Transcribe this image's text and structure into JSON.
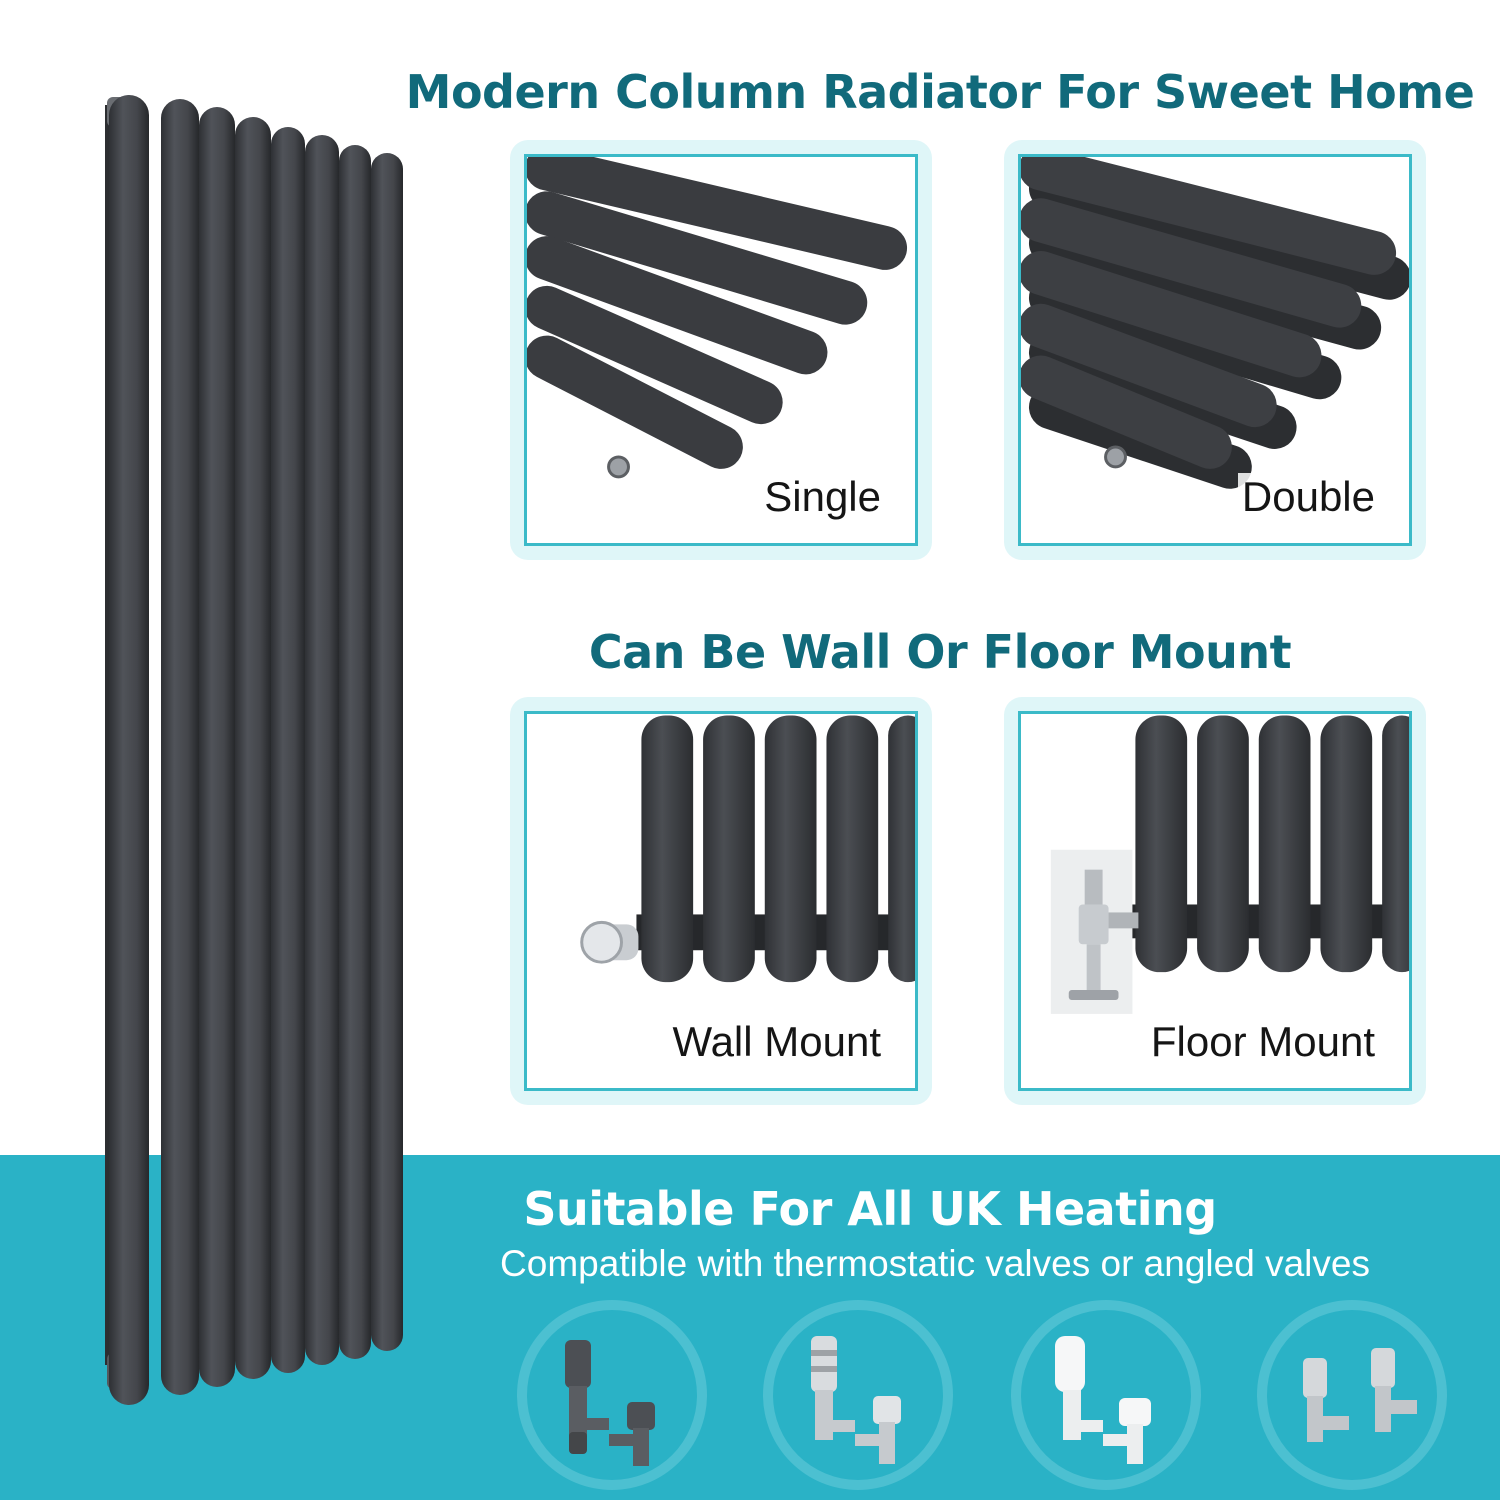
{
  "headline": "Modern Column Radiator For Sweet Home",
  "mount_heading": "Can Be Wall Or Floor Mount",
  "panel_types": [
    {
      "label": "Single"
    },
    {
      "label": "Double"
    }
  ],
  "mount_types": [
    {
      "label": "Wall Mount"
    },
    {
      "label": "Floor Mount"
    }
  ],
  "compatibility": {
    "title": "Suitable For All UK Heating",
    "subtitle": "Compatible with thermostatic valves or angled valves"
  },
  "valves": [
    {
      "icon": "anthracite-valve-icon"
    },
    {
      "icon": "chrome-thermostatic-valve-icon"
    },
    {
      "icon": "white-thermostatic-valve-icon"
    },
    {
      "icon": "chrome-angled-valve-icon"
    }
  ],
  "colors": {
    "heading": "#116a7b",
    "band": "#2ab2c6",
    "card_border": "#3bbac8",
    "radiator": "#45474c"
  }
}
